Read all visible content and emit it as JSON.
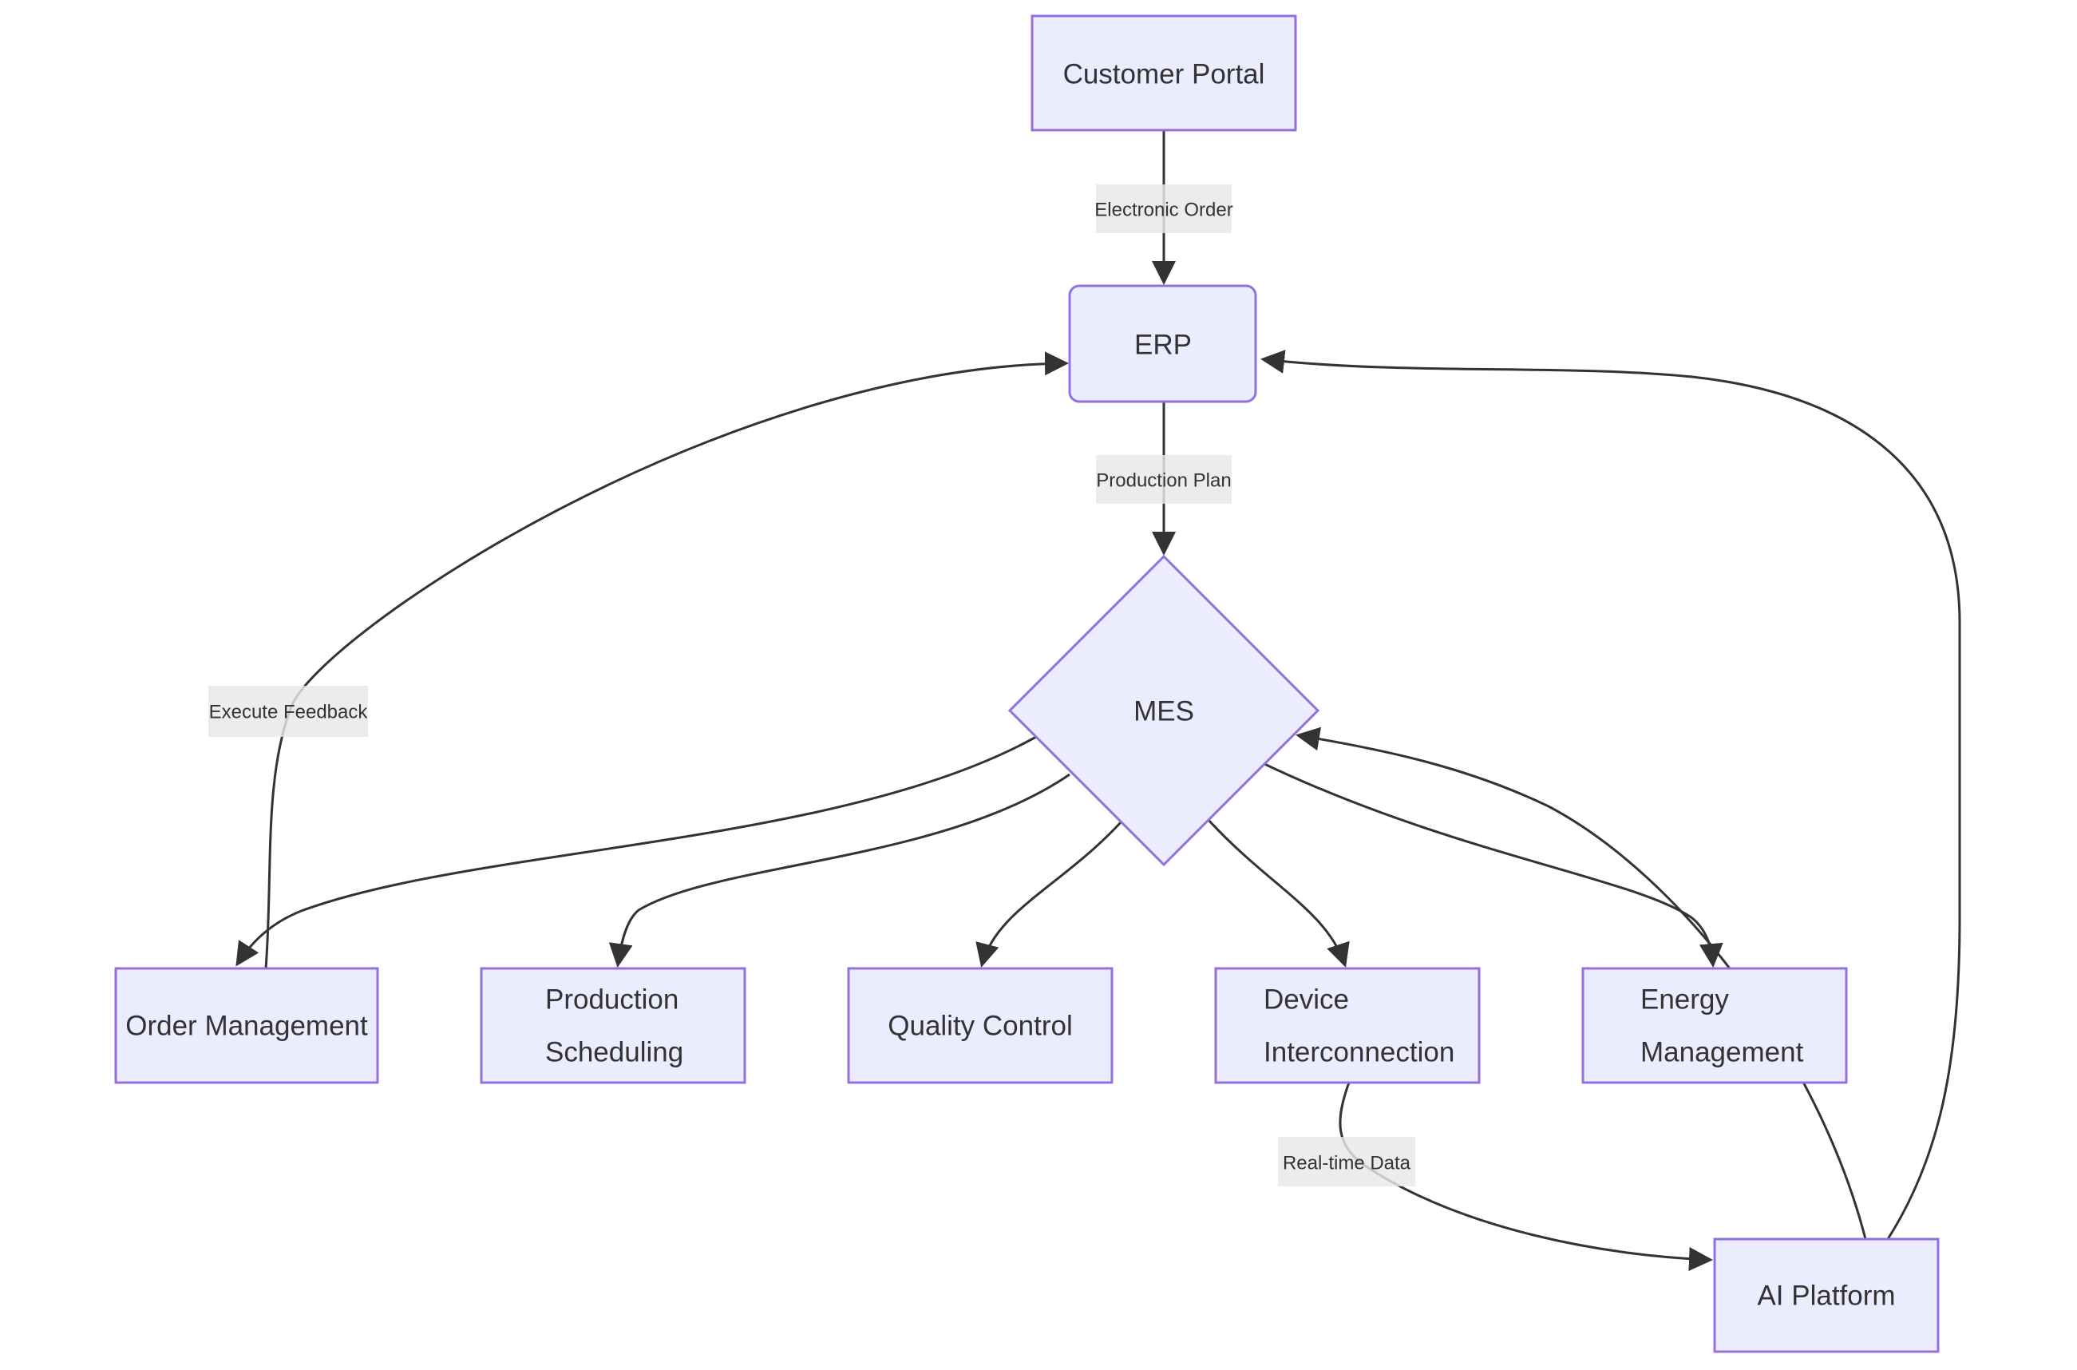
{
  "diagram_type": "flowchart",
  "colors": {
    "background": "#ffffff",
    "node_fill": "#ECECFF",
    "node_border": "#9370DB",
    "edge_stroke": "#333333",
    "edge_label_bg": "#e8e8e8",
    "text": "#333333"
  },
  "nodes": {
    "customer_portal": {
      "label": "Customer Portal",
      "shape": "rect"
    },
    "erp": {
      "label": "ERP",
      "shape": "rounded-rect"
    },
    "mes": {
      "label": "MES",
      "shape": "diamond"
    },
    "order_management": {
      "label": "Order Management",
      "shape": "rect"
    },
    "production_scheduling": {
      "lines": [
        "Production",
        "Scheduling"
      ],
      "shape": "rect"
    },
    "quality_control": {
      "label": "Quality Control",
      "shape": "rect"
    },
    "device_interconnection": {
      "lines": [
        "Device",
        "Interconnection"
      ],
      "shape": "rect"
    },
    "energy_management": {
      "lines": [
        "Energy",
        "Management"
      ],
      "shape": "rect"
    },
    "ai_platform": {
      "label": "AI Platform",
      "shape": "rect"
    }
  },
  "edge_labels": {
    "electronic_order": "Electronic Order",
    "production_plan": "Production Plan",
    "execute_feedback": "Execute Feedback",
    "real_time_data": "Real-time Data"
  },
  "edges": [
    {
      "from": "Customer Portal",
      "to": "ERP",
      "label": "Electronic Order"
    },
    {
      "from": "ERP",
      "to": "MES",
      "label": "Production Plan"
    },
    {
      "from": "MES",
      "to": "Order Management",
      "label": ""
    },
    {
      "from": "MES",
      "to": "Production Scheduling",
      "label": ""
    },
    {
      "from": "MES",
      "to": "Quality Control",
      "label": ""
    },
    {
      "from": "MES",
      "to": "Device Interconnection",
      "label": ""
    },
    {
      "from": "MES",
      "to": "Energy Management",
      "label": ""
    },
    {
      "from": "Order Management",
      "to": "ERP",
      "label": "Execute Feedback"
    },
    {
      "from": "Device Interconnection",
      "to": "AI Platform",
      "label": "Real-time Data"
    },
    {
      "from": "AI Platform",
      "to": "MES",
      "label": ""
    },
    {
      "from": "AI Platform",
      "to": "ERP",
      "label": ""
    }
  ]
}
